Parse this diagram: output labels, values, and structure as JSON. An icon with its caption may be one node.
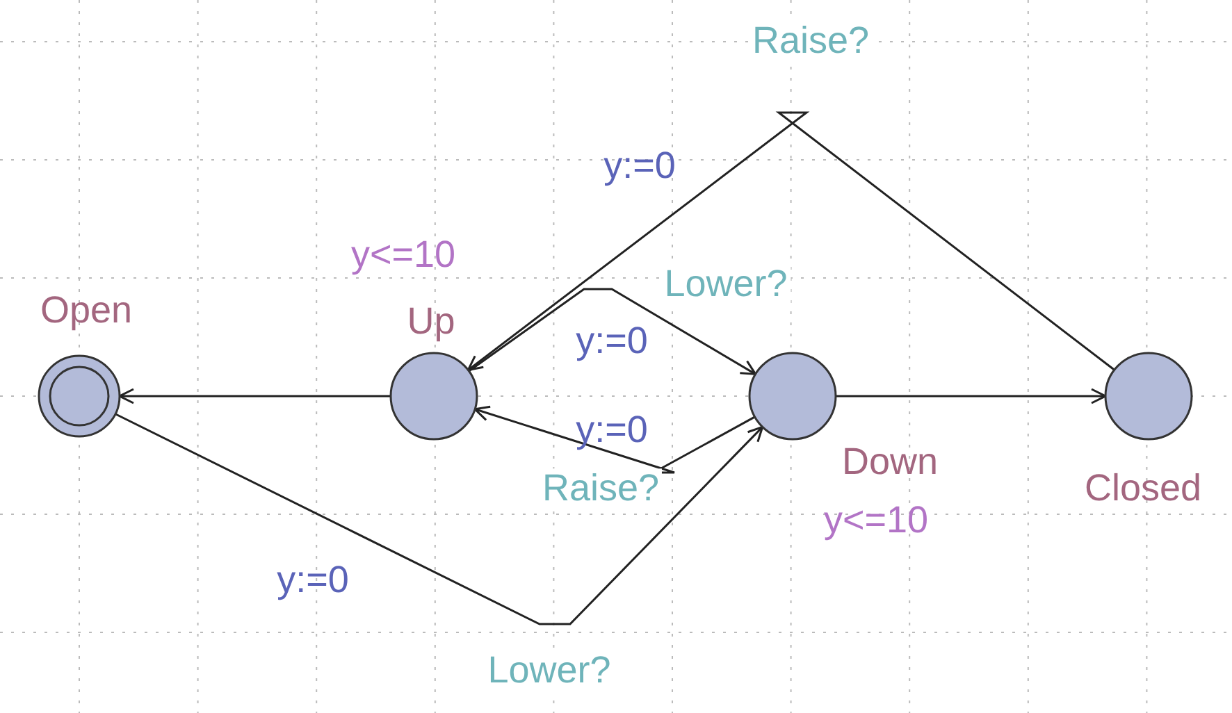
{
  "diagram": {
    "nodes": [
      {
        "text": [
          "Open"
        ]
      },
      {
        "text": [
          "Up"
        ],
        "beside": [
          "y<=10"
        ]
      },
      {
        "text": [
          "Down"
        ],
        "beside": [
          "y<=10"
        ]
      },
      {
        "text": [
          "Closed"
        ]
      }
    ],
    "edges": [
      {
        "from": 1,
        "to": 0,
        "arrow": "to"
      },
      {
        "from": 2,
        "to": 3,
        "arrow": "to"
      },
      {
        "from": 3,
        "to": 1,
        "arrow": "to",
        "label": "Raise?"
      },
      {
        "from": 1,
        "to": 2,
        "arrow": "to",
        "label": "Lower?"
      },
      {
        "from": 2,
        "to": 1,
        "arrow": "to",
        "label": "Raise?"
      },
      {
        "from": 0,
        "to": 2,
        "arrow": "to",
        "label": "Lower?"
      }
    ],
    "labels": [
      "y:=0",
      "y:=0",
      "y:=0",
      "y:=0"
    ]
  }
}
